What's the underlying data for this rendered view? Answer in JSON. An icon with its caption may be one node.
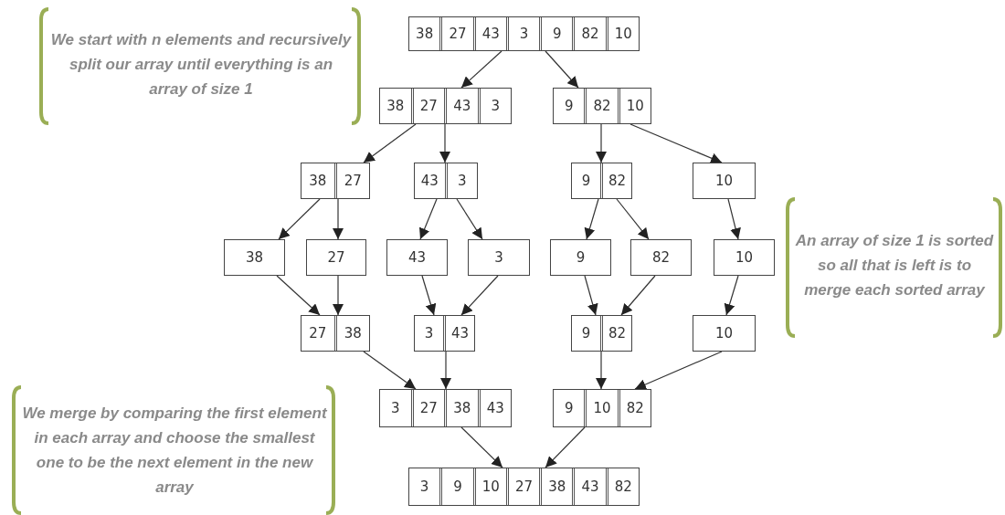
{
  "diagram": {
    "nodes": [
      {
        "text": [
          "38",
          "27",
          "43",
          "3",
          "9",
          "82",
          "10"
        ]
      },
      {
        "text": [
          "38",
          "27",
          "43",
          "3"
        ]
      },
      {
        "text": [
          "9",
          "82",
          "10"
        ]
      },
      {
        "text": [
          "38",
          "27"
        ]
      },
      {
        "text": [
          "43",
          "3"
        ]
      },
      {
        "text": [
          "9",
          "82"
        ]
      },
      {
        "text": [
          "10"
        ]
      },
      {
        "text": [
          "38"
        ]
      },
      {
        "text": [
          "27"
        ]
      },
      {
        "text": [
          "43"
        ]
      },
      {
        "text": [
          "3"
        ]
      },
      {
        "text": [
          "9"
        ]
      },
      {
        "text": [
          "82"
        ]
      },
      {
        "text": [
          "10"
        ]
      },
      {
        "text": [
          "27",
          "38"
        ]
      },
      {
        "text": [
          "3",
          "43"
        ]
      },
      {
        "text": [
          "9",
          "82"
        ]
      },
      {
        "text": [
          "10"
        ]
      },
      {
        "text": [
          "3",
          "27",
          "38",
          "43"
        ]
      },
      {
        "text": [
          "9",
          "10",
          "82"
        ]
      },
      {
        "text": [
          "3",
          "9",
          "10",
          "27",
          "38",
          "43",
          "82"
        ]
      }
    ],
    "edges": [
      {
        "from": 0,
        "to": 1,
        "arrow": "to"
      },
      {
        "from": 0,
        "to": 2,
        "arrow": "to"
      },
      {
        "from": 1,
        "to": 3,
        "arrow": "to"
      },
      {
        "from": 1,
        "to": 4,
        "arrow": "to"
      },
      {
        "from": 2,
        "to": 5,
        "arrow": "to"
      },
      {
        "from": 2,
        "to": 6,
        "arrow": "to"
      },
      {
        "from": 3,
        "to": 7,
        "arrow": "to"
      },
      {
        "from": 3,
        "to": 8,
        "arrow": "to"
      },
      {
        "from": 4,
        "to": 9,
        "arrow": "to"
      },
      {
        "from": 4,
        "to": 10,
        "arrow": "to"
      },
      {
        "from": 5,
        "to": 11,
        "arrow": "to"
      },
      {
        "from": 5,
        "to": 12,
        "arrow": "to"
      },
      {
        "from": 6,
        "to": 13,
        "arrow": "to"
      },
      {
        "from": 7,
        "to": 14,
        "arrow": "to"
      },
      {
        "from": 8,
        "to": 14,
        "arrow": "to"
      },
      {
        "from": 9,
        "to": 15,
        "arrow": "to"
      },
      {
        "from": 10,
        "to": 15,
        "arrow": "to"
      },
      {
        "from": 11,
        "to": 16,
        "arrow": "to"
      },
      {
        "from": 12,
        "to": 16,
        "arrow": "to"
      },
      {
        "from": 13,
        "to": 17,
        "arrow": "to"
      },
      {
        "from": 14,
        "to": 18,
        "arrow": "to"
      },
      {
        "from": 15,
        "to": 18,
        "arrow": "to"
      },
      {
        "from": 16,
        "to": 19,
        "arrow": "to"
      },
      {
        "from": 17,
        "to": 19,
        "arrow": "to"
      },
      {
        "from": 18,
        "to": 20,
        "arrow": "to"
      },
      {
        "from": 19,
        "to": 20,
        "arrow": "to"
      }
    ],
    "labels": [
      "We start with n elements and recursively split our array until everything is an array of size 1",
      "An array of size 1 is sorted so all that is left is to merge each sorted array",
      "We merge by comparing the first element in each array and choose the smallest one to be the next element in the new array"
    ]
  }
}
